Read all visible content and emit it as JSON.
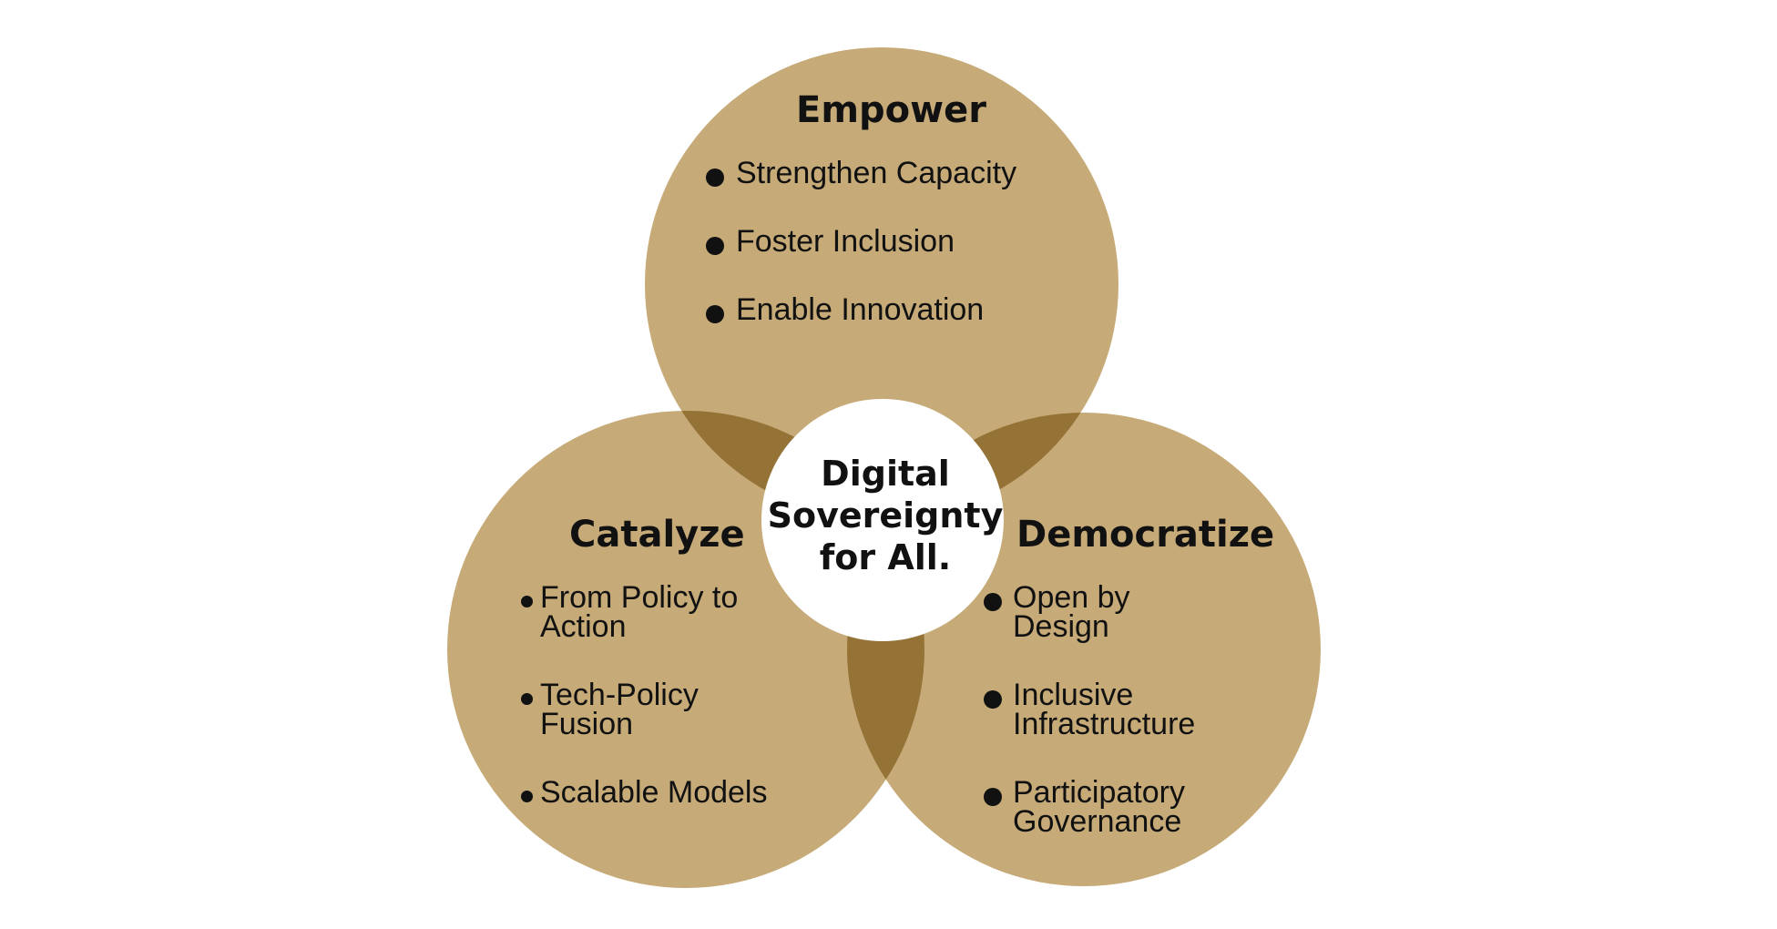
{
  "colors": {
    "circle_fill": "#c6aa78",
    "overlap_fill": "#957236",
    "center_fill": "#ffffff",
    "text": "#111111"
  },
  "center": {
    "lines": [
      "Digital",
      "Sovereignty",
      "for All."
    ]
  },
  "empower": {
    "title": "Empower",
    "items": [
      "Strengthen Capacity",
      "Foster Inclusion",
      "Enable Innovation"
    ]
  },
  "catalyze": {
    "title": "Catalyze",
    "items": [
      "From Policy to Action",
      "Tech-Policy Fusion",
      "Scalable Models"
    ]
  },
  "democratize": {
    "title": "Democratize",
    "items": [
      "Open by Design",
      "Inclusive Infrastructure",
      "Participatory Governance"
    ]
  }
}
